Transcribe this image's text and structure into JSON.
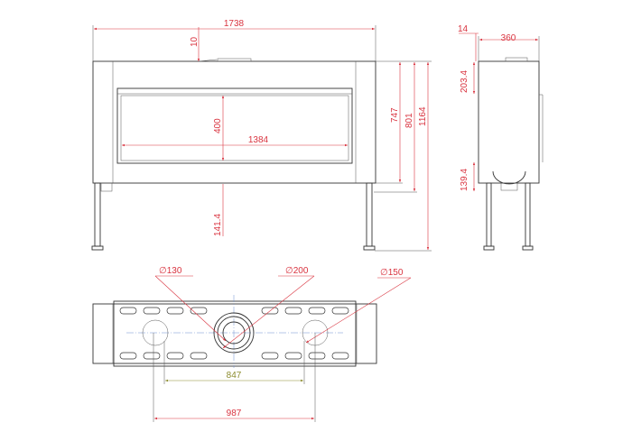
{
  "front_view": {
    "overall_width": "1738",
    "top_offset": "10",
    "glass_height": "400",
    "glass_width": "1384",
    "leg_height": "141.4",
    "body_height": "747",
    "height_with_base": "801",
    "overall_height": "1164"
  },
  "side_view": {
    "offset": "14",
    "depth": "360",
    "top_to_flue": "203.4",
    "bottom_offset": "139.4"
  },
  "top_view": {
    "left_diameter": "∅130",
    "center_diameter": "∅200",
    "right_diameter": "∅150",
    "inner_spacing": "847",
    "outer_spacing": "987"
  },
  "colors": {
    "dimension": "#d9333f",
    "secondary_dimension": "#8c8c2e",
    "outline": "#333333"
  }
}
